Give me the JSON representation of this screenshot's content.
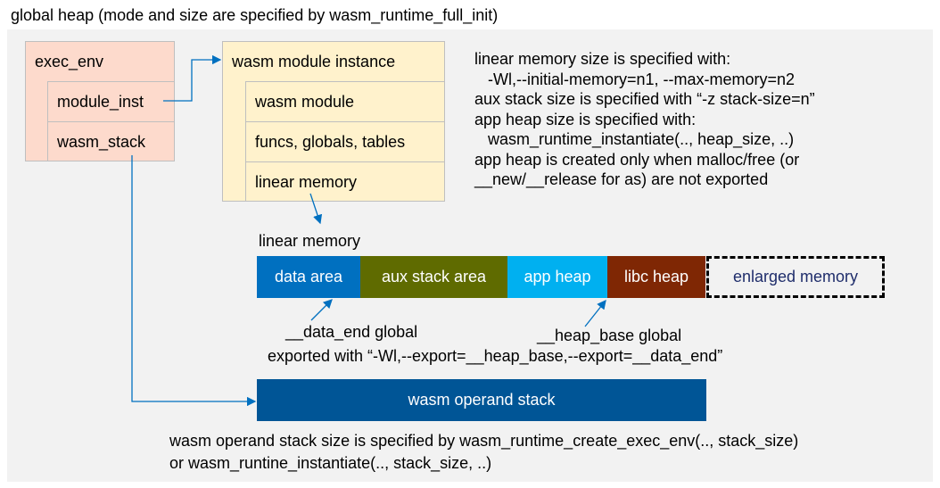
{
  "title": "global heap (mode and size are specified by wasm_runtime_full_init)",
  "exec_env": {
    "header": "exec_env",
    "fields": [
      "module_inst",
      "wasm_stack"
    ]
  },
  "module_instance": {
    "header": "wasm module instance",
    "fields": [
      "wasm module",
      "funcs, globals, tables",
      "linear memory"
    ]
  },
  "notes": [
    "linear memory size is specified with:",
    "   -Wl,--initial-memory=n1, --max-memory=n2",
    "aux stack size is specified with “-z stack-size=n”",
    "app heap size is specified with:",
    "   wasm_runtime_instantiate(.., heap_size, ..)",
    "app heap is created only when malloc/free (or",
    "__new/__release for as) are not exported"
  ],
  "linear_memory": {
    "label": "linear memory",
    "segments": [
      {
        "label": "data area",
        "color": "#0070c0"
      },
      {
        "label": "aux stack area",
        "color": "#5f6b00"
      },
      {
        "label": "app heap",
        "color": "#00b0f0"
      },
      {
        "label": "libc heap",
        "color": "#7f2704"
      },
      {
        "label": "enlarged memory",
        "color": "#1f2d6b"
      }
    ]
  },
  "data_end_label": "__data_end global",
  "heap_base_label": "__heap_base global",
  "export_note": "exported with “-Wl,--export=__heap_base,--export=__data_end”",
  "operand_stack": {
    "label": "wasm operand stack",
    "color": "#005596"
  },
  "stack_notes": [
    "wasm operand stack size is specified by wasm_runtime_create_exec_env(.., stack_size)",
    "or wasm_runtine_instantiate(.., stack_size, ..)"
  ],
  "arrow_color": "#0070c0"
}
